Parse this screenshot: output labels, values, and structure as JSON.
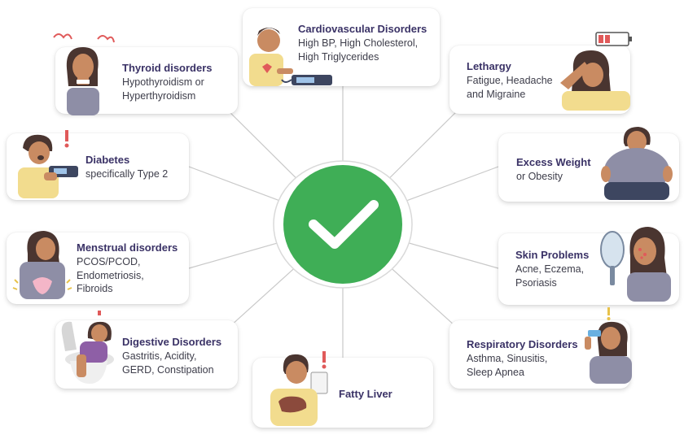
{
  "center": {
    "icon": "check-mark-icon",
    "color": "#3fae56"
  },
  "colors": {
    "title": "#3a3266",
    "text": "#3d3d4a",
    "connector": "#c9c9c9"
  },
  "cards": [
    {
      "id": "cardiovascular",
      "title": "Cardiovascular Disorders",
      "desc": "High BP, High Cholesterol,\nHigh Triglycerides",
      "icon": "blood-pressure-monitor-icon"
    },
    {
      "id": "thyroid",
      "title": "Thyroid disorders",
      "desc": "Hypothyroidism or\nHyperthyroidism",
      "icon": "thyroid-patient-icon"
    },
    {
      "id": "lethargy",
      "title": "Lethargy",
      "desc": "Fatigue, Headache\nand Migraine",
      "icon": "low-battery-icon"
    },
    {
      "id": "diabetes",
      "title": "Diabetes",
      "desc": "specifically Type 2",
      "icon": "glucometer-icon"
    },
    {
      "id": "excess-weight",
      "title": "Excess Weight",
      "desc": "or Obesity",
      "icon": "overweight-person-icon"
    },
    {
      "id": "menstrual",
      "title": "Menstrual disorders",
      "desc": "PCOS/PCOD,\nEndometriosis,\nFibroids",
      "icon": "uterus-pain-icon"
    },
    {
      "id": "skin",
      "title": "Skin Problems",
      "desc": "Acne, Eczema,\nPsoriasis",
      "icon": "hand-mirror-icon"
    },
    {
      "id": "digestive",
      "title": "Digestive Disorders",
      "desc": "Gastritis, Acidity,\nGERD, Constipation",
      "icon": "toilet-icon"
    },
    {
      "id": "respiratory",
      "title": "Respiratory Disorders",
      "desc": "Asthma, Sinusitis,\nSleep Apnea",
      "icon": "inhaler-icon"
    },
    {
      "id": "fatty-liver",
      "title": "Fatty Liver",
      "desc": "",
      "icon": "liver-icon"
    }
  ]
}
